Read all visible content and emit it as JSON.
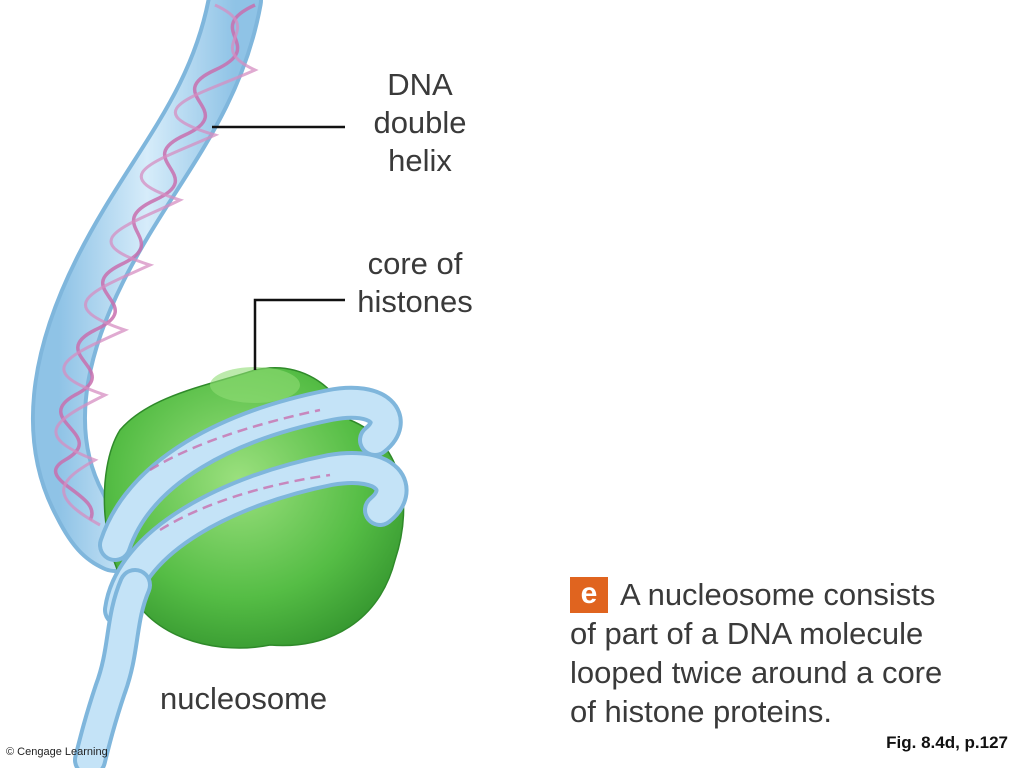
{
  "labels": {
    "dna": [
      "DNA",
      "double",
      "helix"
    ],
    "core": [
      "core of",
      "histones"
    ],
    "nucleosome": "nucleosome"
  },
  "caption": {
    "badge": "e",
    "lines": [
      "A nucleosome consists",
      "of part of a DNA molecule",
      "looped twice around a core",
      "of histone proteins."
    ]
  },
  "footer": {
    "copyright": "© Cengage Learning",
    "figure_ref": "Fig. 8.4d, p.127"
  },
  "colors": {
    "dna_tube": "#a9d4f0",
    "dna_strand": "#c86fae",
    "histone": "#5cc24a",
    "badge": "#e0641f",
    "text": "#3a3a3a"
  }
}
